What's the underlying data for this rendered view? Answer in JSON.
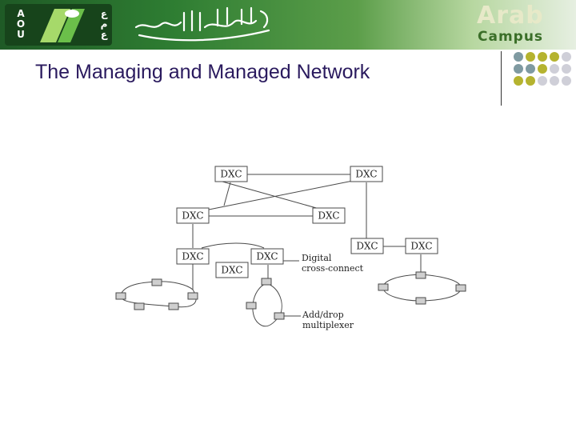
{
  "header": {
    "logo_left_letters": [
      "A",
      "O",
      "U"
    ],
    "logo_right_letters": [
      "ع",
      "م",
      "ع"
    ],
    "brand_top": "Arab",
    "brand_bottom": "Campus",
    "brand_colors": {
      "banner_dark": "#1f5a26",
      "banner_light": "#b7d7a0",
      "accent_olive": "#b5b32f",
      "accent_teal": "#7f9aa1",
      "accent_gray": "#cfcfd8"
    }
  },
  "slide": {
    "title": "The Managing and Managed Network",
    "title_color": "#2a1a5e"
  },
  "decoration": {
    "dot_grid_colors": [
      [
        "#7f9aa1",
        "#b5b32f",
        "#b5b32f",
        "#b5b32f",
        "#cfcfd8"
      ],
      [
        "#7f9aa1",
        "#7f9aa1",
        "#b5b32f",
        "#cfcfd8",
        "#cfcfd8"
      ],
      [
        "#b5b32f",
        "#b5b32f",
        "#cfcfd8",
        "#cfcfd8",
        "#cfcfd8"
      ]
    ]
  },
  "diagram": {
    "nodes": [
      {
        "id": "dxc-top-left",
        "label": "DXC"
      },
      {
        "id": "dxc-top-right",
        "label": "DXC"
      },
      {
        "id": "dxc-mid-left",
        "label": "DXC"
      },
      {
        "id": "dxc-mid-right",
        "label": "DXC"
      },
      {
        "id": "dxc-lower-left",
        "label": "DXC"
      },
      {
        "id": "dxc-lower-center",
        "label": "DXC"
      },
      {
        "id": "dxc-lower-inner",
        "label": "DXC"
      },
      {
        "id": "dxc-right-a",
        "label": "DXC"
      },
      {
        "id": "dxc-right-b",
        "label": "DXC"
      }
    ],
    "annotations": {
      "digital_line1": "Digital",
      "digital_line2": "cross-connect",
      "adm_line1": "Add/drop",
      "adm_line2": "multiplexer"
    }
  }
}
